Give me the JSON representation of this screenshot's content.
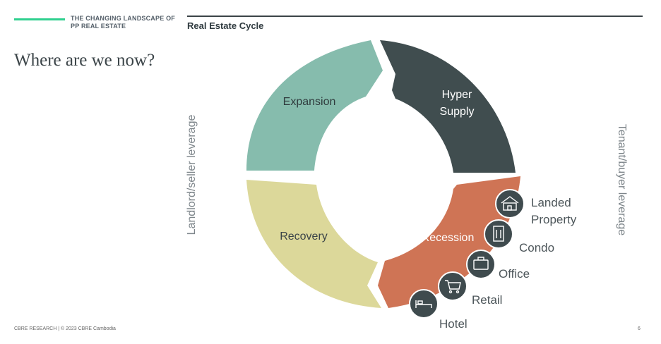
{
  "header": {
    "kicker_line1": "THE CHANGING LANDSCAPE OF",
    "kicker_line2": "PP REAL ESTATE",
    "section_title": "Real Estate Cycle",
    "headline": "Where are we now?"
  },
  "axis_labels": {
    "left": "Landlord/seller leverage",
    "right": "Tenant/buyer leverage"
  },
  "phases": {
    "expansion": {
      "label": "Expansion",
      "color": "#86bcad"
    },
    "hyper_supply": {
      "label_line1": "Hyper",
      "label_line2": "Supply",
      "color": "#404d4f"
    },
    "recession": {
      "label": "Recession",
      "color": "#cf7455"
    },
    "recovery": {
      "label": "Recovery",
      "color": "#dcd89a"
    }
  },
  "sectors": [
    {
      "label_line1": "Landed",
      "label_line2": "Property",
      "icon": "house-icon"
    },
    {
      "label_line1": "Condo",
      "icon": "building-icon"
    },
    {
      "label_line1": "Office",
      "icon": "briefcase-icon"
    },
    {
      "label_line1": "Retail",
      "icon": "cart-icon"
    },
    {
      "label_line1": "Hotel",
      "icon": "bed-icon"
    }
  ],
  "footer": {
    "source": "CBRE RESEARCH | © 2023 CBRE Cambodia",
    "page_number": "6"
  }
}
